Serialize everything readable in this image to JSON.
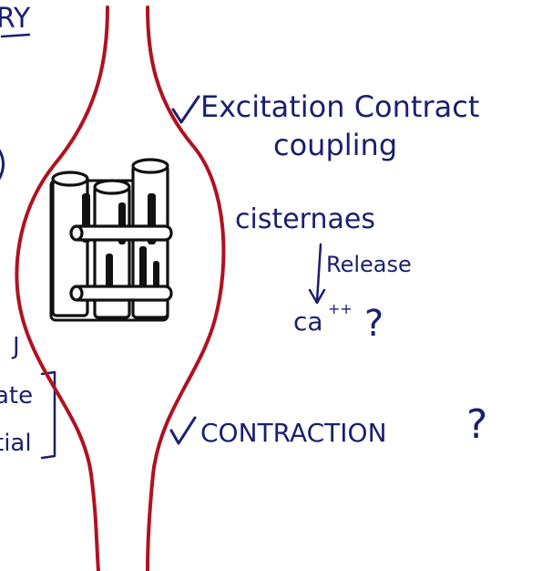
{
  "top_left_fragment": "RY",
  "left_fragments": [
    "J",
    "ate",
    "tial"
  ],
  "labels": {
    "excitation_line1": "Excitation Contract",
    "excitation_line2": "coupling",
    "cisternae": "cisternaes",
    "release": "Release",
    "calcium": "ca",
    "calcium_charge": "++",
    "calcium_question": "?",
    "contraction": "CONTRACTION",
    "contraction_question": "?"
  },
  "colors": {
    "ink": "#1a1f6e",
    "fiber_outline": "#b0121f",
    "tubule_outline": "#111111"
  }
}
